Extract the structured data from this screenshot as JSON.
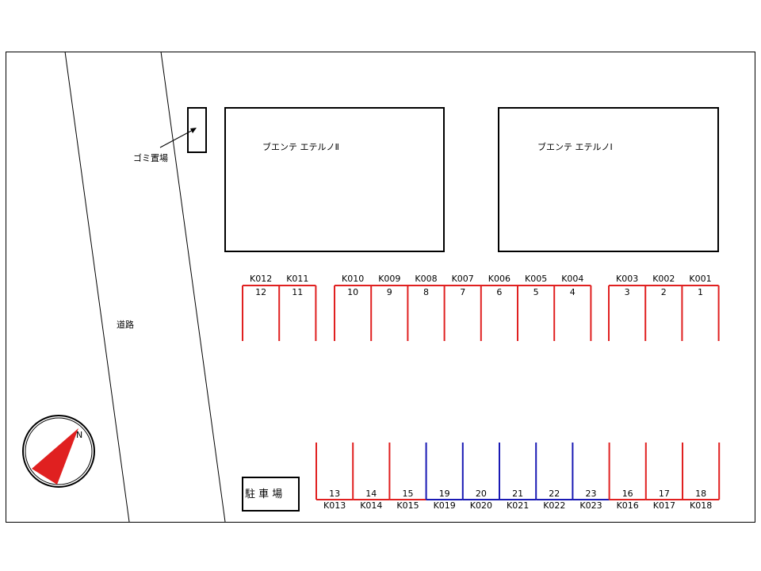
{
  "map": {
    "buildings": [
      {
        "name": "ブエンテ エテルノⅡ"
      },
      {
        "name": "ブエンテ エテルノⅠ"
      }
    ],
    "trash_label": "ゴミ置場",
    "road_label": "道路",
    "parking_label": "駐 車 場",
    "north_label": "N",
    "colors": {
      "red": "#e02020",
      "blue": "#1a1ab4",
      "line": "#000000"
    },
    "top_row": [
      {
        "code": "K012",
        "num": "12"
      },
      {
        "code": "K011",
        "num": "11"
      },
      {
        "code": "K010",
        "num": "10"
      },
      {
        "code": "K009",
        "num": "9"
      },
      {
        "code": "K008",
        "num": "8"
      },
      {
        "code": "K007",
        "num": "7"
      },
      {
        "code": "K006",
        "num": "6"
      },
      {
        "code": "K005",
        "num": "5"
      },
      {
        "code": "K004",
        "num": "4"
      },
      {
        "code": "K003",
        "num": "3"
      },
      {
        "code": "K002",
        "num": "2"
      },
      {
        "code": "K001",
        "num": "1"
      }
    ],
    "bottom_row": [
      {
        "code": "K013",
        "num": "13"
      },
      {
        "code": "K014",
        "num": "14"
      },
      {
        "code": "K015",
        "num": "15"
      },
      {
        "code": "K019",
        "num": "19"
      },
      {
        "code": "K020",
        "num": "20"
      },
      {
        "code": "K021",
        "num": "21"
      },
      {
        "code": "K022",
        "num": "22"
      },
      {
        "code": "K023",
        "num": "23"
      },
      {
        "code": "K016",
        "num": "16"
      },
      {
        "code": "K017",
        "num": "17"
      },
      {
        "code": "K018",
        "num": "18"
      }
    ]
  }
}
